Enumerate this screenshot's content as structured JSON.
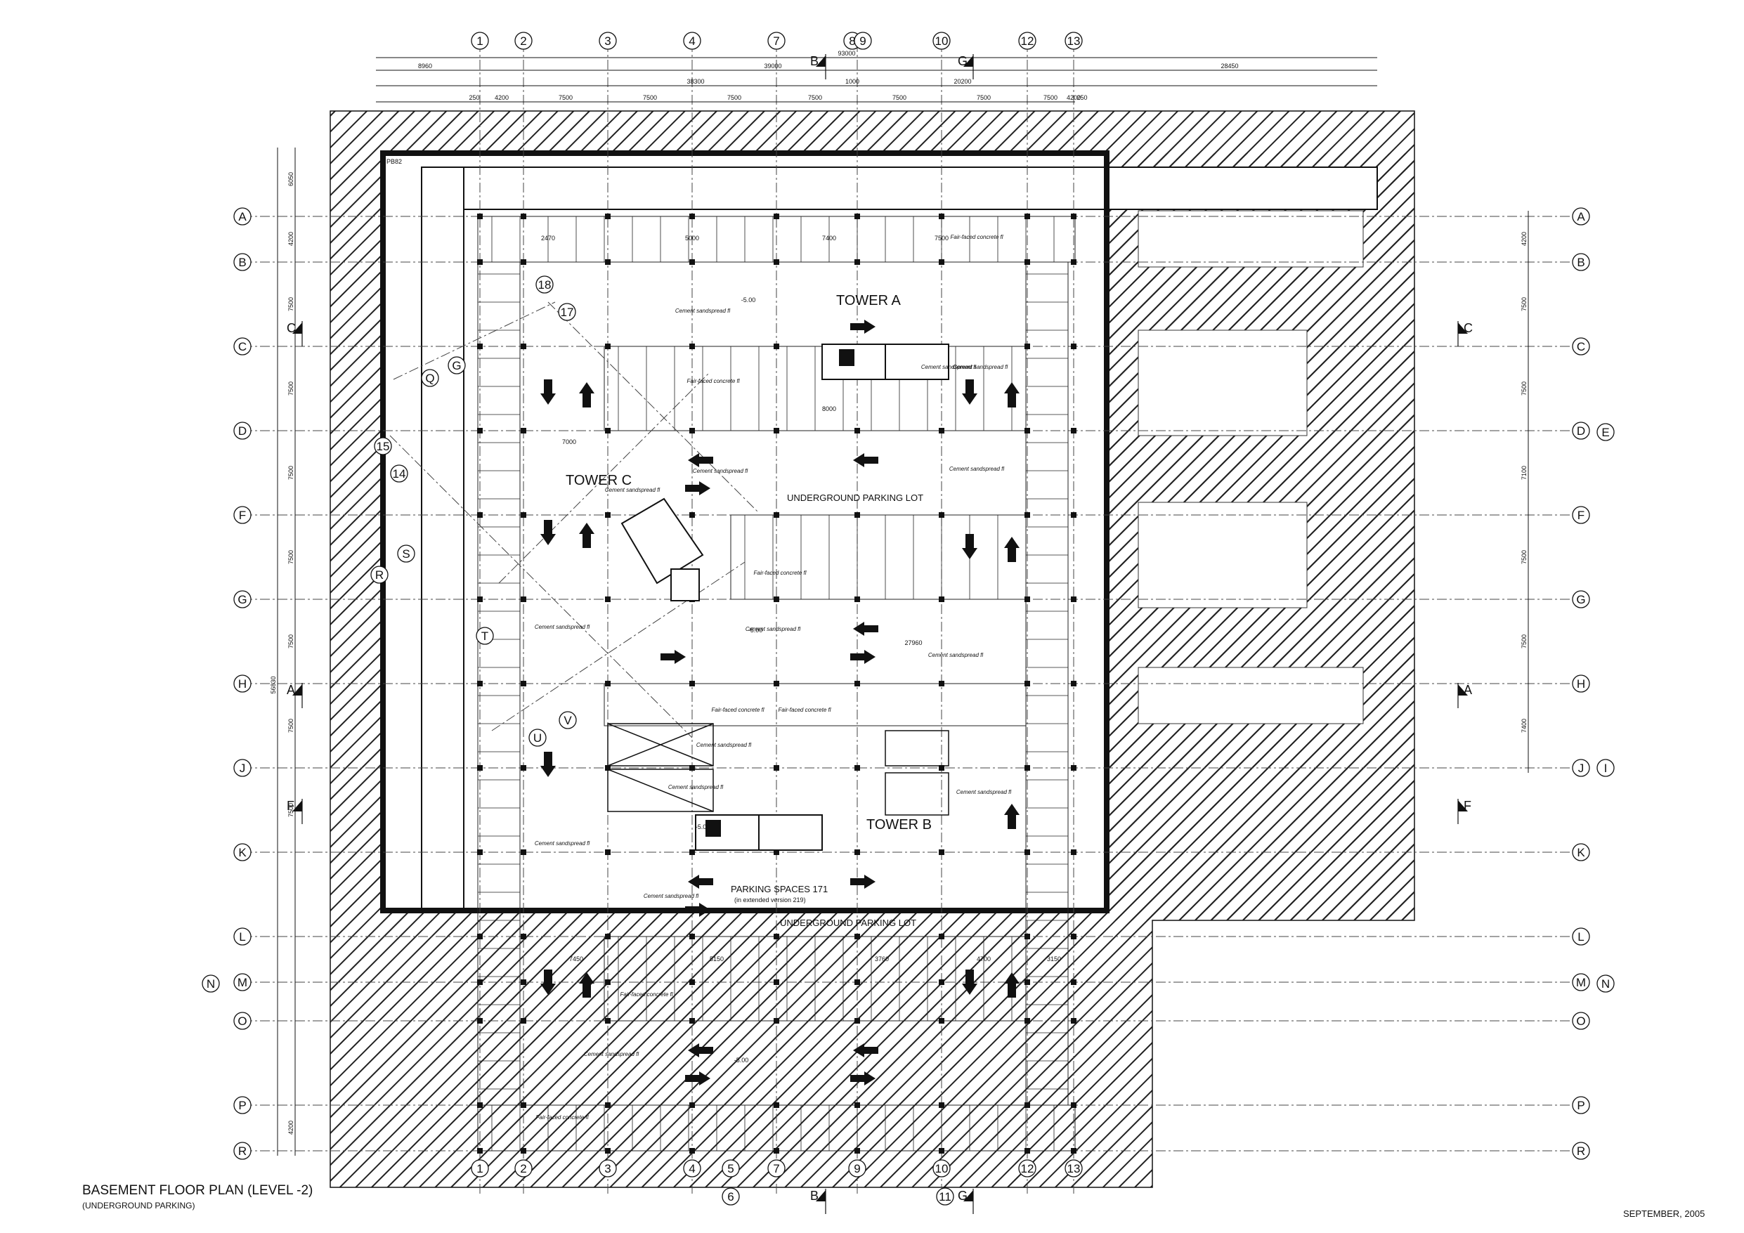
{
  "title": {
    "main": "BASEMENT FLOOR PLAN (LEVEL -2)",
    "sub": "(UNDERGROUND PARKING)",
    "date": "SEPTEMBER, 2005"
  },
  "room_labels": {
    "tower_a": "TOWER A",
    "tower_b": "TOWER B",
    "tower_c": "TOWER C",
    "lot_top": "UNDERGROUND PARKING LOT",
    "lot_bottom": "UNDERGROUND PARKING LOT",
    "spaces": "PARKING SPACES 171",
    "spaces_note": "(in extended version 219)",
    "room_code": "PB82"
  },
  "finish_labels": [
    "Cement sandspread fl",
    "Fair-faced concrete fl"
  ],
  "grid_columns": [
    "1",
    "2",
    "3",
    "4",
    "7",
    "8",
    "9",
    "10",
    "12",
    "13"
  ],
  "grid_columns_bottom": [
    "1",
    "2",
    "3",
    "4",
    "5",
    "7",
    "9",
    "10",
    "12",
    "13"
  ],
  "grid_columns_extra": [
    "6",
    "11"
  ],
  "grid_rows": [
    "A",
    "B",
    "C",
    "D",
    "F",
    "G",
    "H",
    "J",
    "K",
    "L",
    "M",
    "O",
    "P",
    "R"
  ],
  "grid_rows_extra": [
    "N",
    "E",
    "I"
  ],
  "diag_bubbles": [
    "18",
    "17",
    "Q",
    "G",
    "15",
    "14",
    "S",
    "R",
    "T",
    "U",
    "V"
  ],
  "section_marks": [
    "A",
    "B",
    "C",
    "F",
    "G"
  ],
  "top_dims": {
    "overall": "93000",
    "left": "8960",
    "mid": "39000",
    "right": "28450",
    "sub_left": "38300",
    "sub_right": "20200",
    "gap": "1000",
    "bays": [
      "250",
      "4200",
      "7500",
      "7500",
      "7500",
      "7500",
      "7500",
      "7500",
      "7500",
      "4200",
      "250"
    ]
  },
  "left_dims": {
    "overall": "56830",
    "top": "6050",
    "bays": [
      "4200",
      "7500",
      "7500",
      "7500",
      "7500",
      "7500",
      "7500",
      "7500",
      "4200"
    ]
  },
  "right_dims": [
    "4200",
    "7500",
    "7500",
    "7100",
    "7500",
    "7500",
    "7400"
  ],
  "bay_dims": [
    "2470",
    "5000",
    "7400",
    "7500",
    "7000",
    "8000",
    "3760",
    "4700",
    "7450",
    "5150",
    "3150"
  ],
  "dim_27960": "27960",
  "level_marks": [
    "-5.00",
    "-5.00",
    "-5.00",
    "-5.00"
  ]
}
